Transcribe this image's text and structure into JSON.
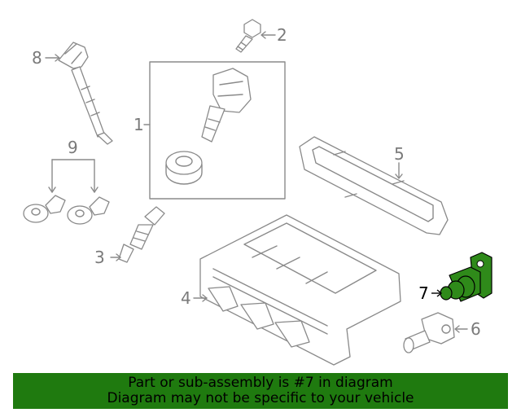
{
  "labels": [
    {
      "id": "1",
      "text": "1"
    },
    {
      "id": "2",
      "text": "2"
    },
    {
      "id": "3",
      "text": "3"
    },
    {
      "id": "4",
      "text": "4"
    },
    {
      "id": "5",
      "text": "5"
    },
    {
      "id": "6",
      "text": "6"
    },
    {
      "id": "7",
      "text": "7"
    },
    {
      "id": "8",
      "text": "8"
    },
    {
      "id": "9",
      "text": "9"
    }
  ],
  "highlighted_part": "7",
  "colors": {
    "highlight": "#2f8a1a",
    "banner": "#1f7a0f",
    "line": "#8a8a8a"
  },
  "banner": {
    "line1": "Part or sub-assembly is #7 in diagram",
    "line2": "Diagram may not be specific to your vehicle"
  }
}
